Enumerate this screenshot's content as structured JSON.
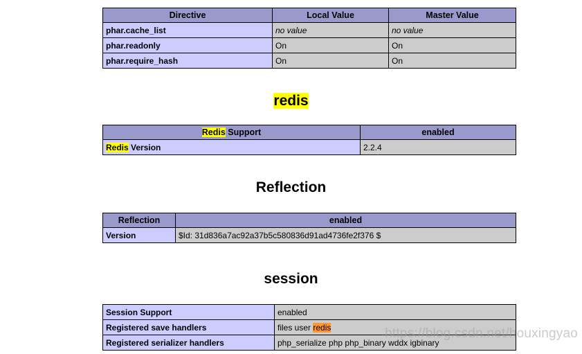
{
  "page": {
    "watermark": "https://blog.csdn.net/houxingyao",
    "highlight_yellow": "#ffff00",
    "highlight_orange": "#ff9632",
    "header_bg": "#9999cc",
    "name_bg": "#ccccff",
    "value_bg": "#cccccc"
  },
  "phar_table": {
    "headers": [
      "Directive",
      "Local Value",
      "Master Value"
    ],
    "rows": [
      {
        "directive": "phar.cache_list",
        "local": "no value",
        "master": "no value",
        "italic": true
      },
      {
        "directive": "phar.readonly",
        "local": "On",
        "master": "On",
        "italic": false
      },
      {
        "directive": "phar.require_hash",
        "local": "On",
        "master": "On",
        "italic": false
      }
    ]
  },
  "redis_section": {
    "heading": "redis",
    "heading_highlight": "redis",
    "support_label_hl": "Redis",
    "support_label_rest": " Support",
    "support_value": "enabled",
    "version_label_hl": "Redis",
    "version_label_rest": " Version",
    "version_value": "2.2.4"
  },
  "reflection_section": {
    "heading": "Reflection",
    "header_left": "Reflection",
    "header_right": "enabled",
    "version_label": "Version",
    "version_value": "$Id: 31d836a7ac92a37b5c580836d91ad4736fe2f376 $"
  },
  "session_section": {
    "heading": "session",
    "rows": [
      {
        "label": "Session Support",
        "value": "enabled"
      },
      {
        "label": "Registered save handlers",
        "value_pre": "files user ",
        "value_hl": "redis"
      },
      {
        "label": "Registered serializer handlers",
        "value": "php_serialize php php_binary wddx igbinary"
      }
    ]
  }
}
